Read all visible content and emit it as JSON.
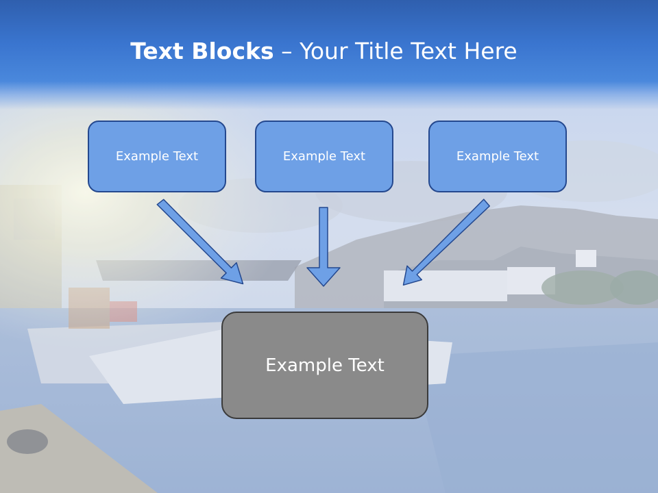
{
  "title": {
    "bold": "Text Blocks",
    "dash": " – ",
    "rest": "Your Title Text Here"
  },
  "blocks": {
    "top_left": "Example Text",
    "top_center": "Example Text",
    "top_right": "Example Text",
    "bottom": "Example Text"
  },
  "colors": {
    "title_band": "#3a75cf",
    "top_block_fill": "#6ea0e6",
    "top_block_border": "#24488e",
    "bottom_block_fill": "#8a8a8a",
    "bottom_block_border": "#3a3a3a",
    "arrow_fill": "#6ea0e6",
    "arrow_border": "#24488e"
  },
  "background": {
    "image": "harbor-photo"
  }
}
